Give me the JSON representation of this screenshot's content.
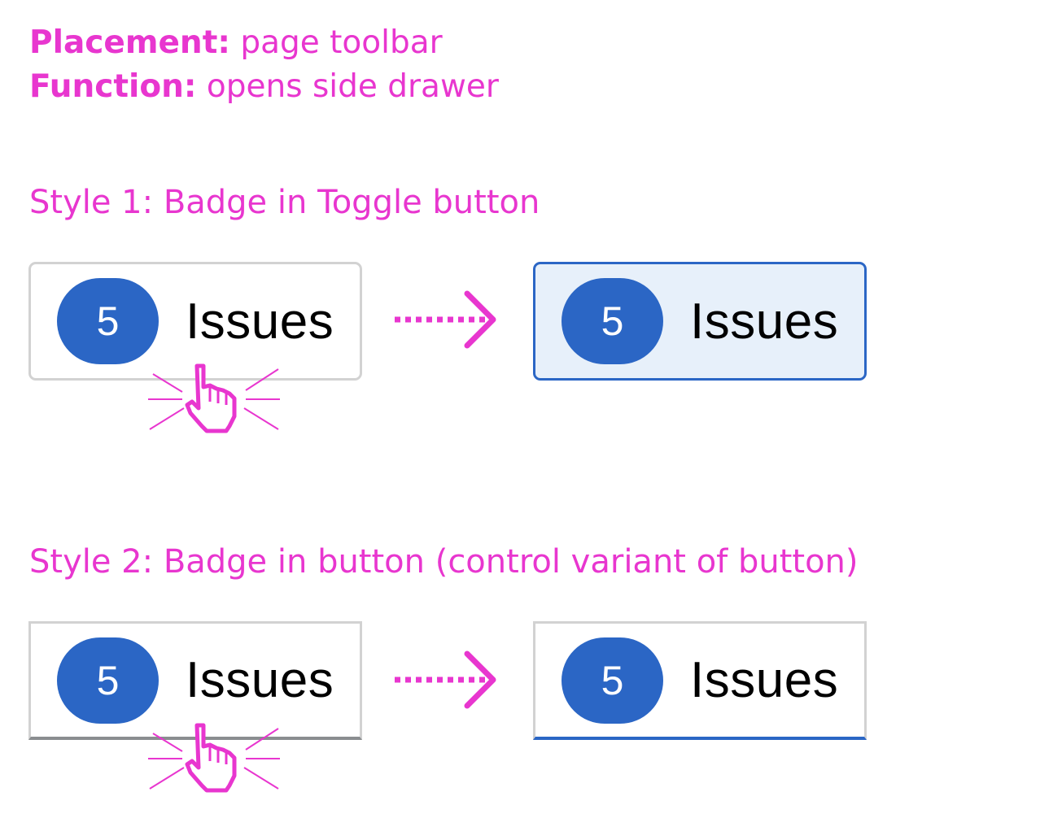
{
  "meta": {
    "placement_label": "Placement:",
    "placement_value": "page toolbar",
    "function_label": "Function:",
    "function_value": "opens side drawer"
  },
  "styles": [
    {
      "title": "Style 1: Badge in Toggle button",
      "before": {
        "badge": "5",
        "label": "Issues"
      },
      "after": {
        "badge": "5",
        "label": "Issues"
      }
    },
    {
      "title": "Style 2: Badge in button (control variant of button)",
      "before": {
        "badge": "5",
        "label": "Issues"
      },
      "after": {
        "badge": "5",
        "label": "Issues"
      }
    }
  ],
  "colors": {
    "annotation": "#e836cf",
    "badge": "#2b66c5",
    "selected_border": "#2b66c5",
    "selected_fill": "#e7f0fa",
    "default_border": "#d2d2d2",
    "control_underline": "#8a8d90"
  },
  "icons": {
    "arrow": "dotted-arrow-right-icon",
    "cursor": "pointer-hand-click-icon"
  }
}
